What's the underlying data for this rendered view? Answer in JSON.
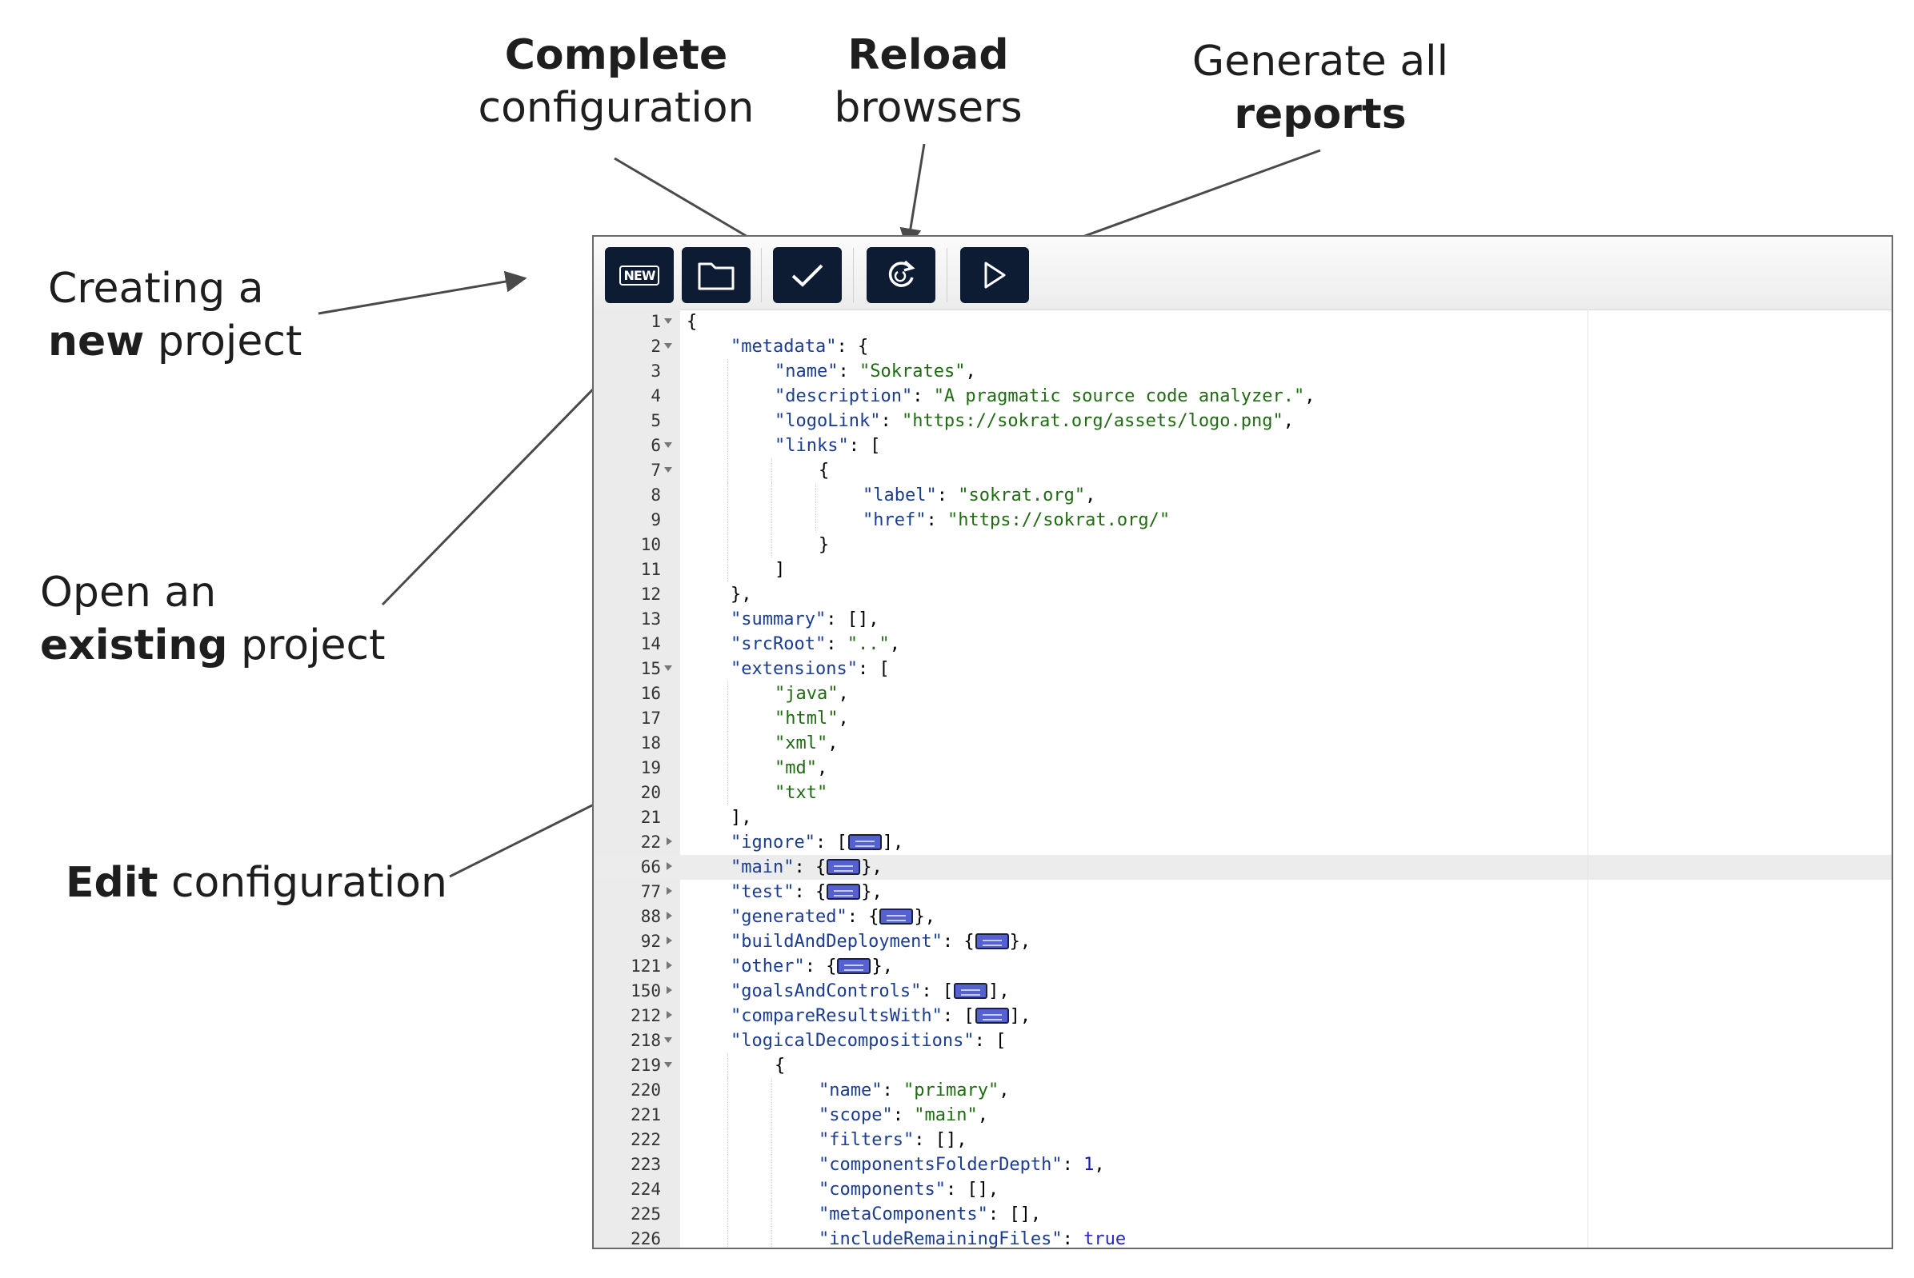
{
  "callouts": {
    "complete": {
      "bold": "Complete",
      "normal": "configuration"
    },
    "reload": {
      "bold": "Reload",
      "normal": "browsers"
    },
    "generate": {
      "normal": "Generate all",
      "bold": "reports"
    },
    "creating": {
      "line1": "Creating a",
      "bold": "new",
      "rest": " project"
    },
    "open": {
      "line1": "Open an",
      "bold": "existing",
      "rest": " project"
    },
    "edit": {
      "bold": "Edit",
      "rest": " configuration"
    }
  },
  "toolbar": {
    "buttons": [
      {
        "icon": "new-icon",
        "glyph": "NEW"
      },
      {
        "icon": "folder-icon"
      },
      {
        "icon": "checkmark-icon"
      },
      {
        "icon": "reload-icon"
      },
      {
        "icon": "play-icon"
      }
    ]
  },
  "editor": {
    "highlighted_line": "66",
    "lines": [
      {
        "n": "1",
        "fold": "open",
        "indent": 0,
        "tokens": [
          [
            "p",
            "{"
          ]
        ]
      },
      {
        "n": "2",
        "fold": "open",
        "indent": 1,
        "tokens": [
          [
            "key",
            "\"metadata\""
          ],
          [
            "p",
            ": {"
          ]
        ]
      },
      {
        "n": "3",
        "fold": "",
        "indent": 2,
        "tokens": [
          [
            "key",
            "\"name\""
          ],
          [
            "p",
            ": "
          ],
          [
            "str",
            "\"Sokrates\""
          ],
          [
            "p",
            ","
          ]
        ]
      },
      {
        "n": "4",
        "fold": "",
        "indent": 2,
        "tokens": [
          [
            "key",
            "\"description\""
          ],
          [
            "p",
            ": "
          ],
          [
            "str",
            "\"A pragmatic source code analyzer.\""
          ],
          [
            "p",
            ","
          ]
        ]
      },
      {
        "n": "5",
        "fold": "",
        "indent": 2,
        "tokens": [
          [
            "key",
            "\"logoLink\""
          ],
          [
            "p",
            ": "
          ],
          [
            "str",
            "\"https://sokrat.org/assets/logo.png\""
          ],
          [
            "p",
            ","
          ]
        ]
      },
      {
        "n": "6",
        "fold": "open",
        "indent": 2,
        "tokens": [
          [
            "key",
            "\"links\""
          ],
          [
            "p",
            ": ["
          ]
        ]
      },
      {
        "n": "7",
        "fold": "open",
        "indent": 3,
        "tokens": [
          [
            "p",
            "{"
          ]
        ]
      },
      {
        "n": "8",
        "fold": "",
        "indent": 4,
        "tokens": [
          [
            "key",
            "\"label\""
          ],
          [
            "p",
            ": "
          ],
          [
            "str",
            "\"sokrat.org\""
          ],
          [
            "p",
            ","
          ]
        ]
      },
      {
        "n": "9",
        "fold": "",
        "indent": 4,
        "tokens": [
          [
            "key",
            "\"href\""
          ],
          [
            "p",
            ": "
          ],
          [
            "str",
            "\"https://sokrat.org/\""
          ]
        ]
      },
      {
        "n": "10",
        "fold": "",
        "indent": 3,
        "tokens": [
          [
            "p",
            "}"
          ]
        ]
      },
      {
        "n": "11",
        "fold": "",
        "indent": 2,
        "tokens": [
          [
            "p",
            "]"
          ]
        ]
      },
      {
        "n": "12",
        "fold": "",
        "indent": 1,
        "tokens": [
          [
            "p",
            "},"
          ]
        ]
      },
      {
        "n": "13",
        "fold": "",
        "indent": 1,
        "tokens": [
          [
            "key",
            "\"summary\""
          ],
          [
            "p",
            ": [],"
          ]
        ]
      },
      {
        "n": "14",
        "fold": "",
        "indent": 1,
        "tokens": [
          [
            "key",
            "\"srcRoot\""
          ],
          [
            "p",
            ": "
          ],
          [
            "str",
            "\"..\""
          ],
          [
            "p",
            ","
          ]
        ]
      },
      {
        "n": "15",
        "fold": "open",
        "indent": 1,
        "tokens": [
          [
            "key",
            "\"extensions\""
          ],
          [
            "p",
            ": ["
          ]
        ]
      },
      {
        "n": "16",
        "fold": "",
        "indent": 2,
        "tokens": [
          [
            "str",
            "\"java\""
          ],
          [
            "p",
            ","
          ]
        ]
      },
      {
        "n": "17",
        "fold": "",
        "indent": 2,
        "tokens": [
          [
            "str",
            "\"html\""
          ],
          [
            "p",
            ","
          ]
        ]
      },
      {
        "n": "18",
        "fold": "",
        "indent": 2,
        "tokens": [
          [
            "str",
            "\"xml\""
          ],
          [
            "p",
            ","
          ]
        ]
      },
      {
        "n": "19",
        "fold": "",
        "indent": 2,
        "tokens": [
          [
            "str",
            "\"md\""
          ],
          [
            "p",
            ","
          ]
        ]
      },
      {
        "n": "20",
        "fold": "",
        "indent": 2,
        "tokens": [
          [
            "str",
            "\"txt\""
          ]
        ]
      },
      {
        "n": "21",
        "fold": "",
        "indent": 1,
        "tokens": [
          [
            "p",
            "],"
          ]
        ]
      },
      {
        "n": "22",
        "fold": "closed",
        "indent": 1,
        "tokens": [
          [
            "key",
            "\"ignore\""
          ],
          [
            "p",
            ": ["
          ],
          [
            "w",
            ""
          ],
          [
            "p",
            "],"
          ]
        ]
      },
      {
        "n": "66",
        "fold": "closed",
        "indent": 1,
        "tokens": [
          [
            "key",
            "\"main\""
          ],
          [
            "p",
            ": {"
          ],
          [
            "w",
            ""
          ],
          [
            "p",
            "},"
          ]
        ]
      },
      {
        "n": "77",
        "fold": "closed",
        "indent": 1,
        "tokens": [
          [
            "key",
            "\"test\""
          ],
          [
            "p",
            ": {"
          ],
          [
            "w",
            ""
          ],
          [
            "p",
            "},"
          ]
        ]
      },
      {
        "n": "88",
        "fold": "closed",
        "indent": 1,
        "tokens": [
          [
            "key",
            "\"generated\""
          ],
          [
            "p",
            ": {"
          ],
          [
            "w",
            ""
          ],
          [
            "p",
            "},"
          ]
        ]
      },
      {
        "n": "92",
        "fold": "closed",
        "indent": 1,
        "tokens": [
          [
            "key",
            "\"buildAndDeployment\""
          ],
          [
            "p",
            ": {"
          ],
          [
            "w",
            ""
          ],
          [
            "p",
            "},"
          ]
        ]
      },
      {
        "n": "121",
        "fold": "closed",
        "indent": 1,
        "tokens": [
          [
            "key",
            "\"other\""
          ],
          [
            "p",
            ": {"
          ],
          [
            "w",
            ""
          ],
          [
            "p",
            "},"
          ]
        ]
      },
      {
        "n": "150",
        "fold": "closed",
        "indent": 1,
        "tokens": [
          [
            "key",
            "\"goalsAndControls\""
          ],
          [
            "p",
            ": ["
          ],
          [
            "w",
            ""
          ],
          [
            "p",
            "],"
          ]
        ]
      },
      {
        "n": "212",
        "fold": "closed",
        "indent": 1,
        "tokens": [
          [
            "key",
            "\"compareResultsWith\""
          ],
          [
            "p",
            ": ["
          ],
          [
            "w",
            ""
          ],
          [
            "p",
            "],"
          ]
        ]
      },
      {
        "n": "218",
        "fold": "open",
        "indent": 1,
        "tokens": [
          [
            "key",
            "\"logicalDecompositions\""
          ],
          [
            "p",
            ": ["
          ]
        ]
      },
      {
        "n": "219",
        "fold": "open",
        "indent": 2,
        "tokens": [
          [
            "p",
            "{"
          ]
        ]
      },
      {
        "n": "220",
        "fold": "",
        "indent": 3,
        "tokens": [
          [
            "key",
            "\"name\""
          ],
          [
            "p",
            ": "
          ],
          [
            "str",
            "\"primary\""
          ],
          [
            "p",
            ","
          ]
        ]
      },
      {
        "n": "221",
        "fold": "",
        "indent": 3,
        "tokens": [
          [
            "key",
            "\"scope\""
          ],
          [
            "p",
            ": "
          ],
          [
            "str",
            "\"main\""
          ],
          [
            "p",
            ","
          ]
        ]
      },
      {
        "n": "222",
        "fold": "",
        "indent": 3,
        "tokens": [
          [
            "key",
            "\"filters\""
          ],
          [
            "p",
            ": [],"
          ]
        ]
      },
      {
        "n": "223",
        "fold": "",
        "indent": 3,
        "tokens": [
          [
            "key",
            "\"componentsFolderDepth\""
          ],
          [
            "p",
            ": "
          ],
          [
            "num",
            "1"
          ],
          [
            "p",
            ","
          ]
        ]
      },
      {
        "n": "224",
        "fold": "",
        "indent": 3,
        "tokens": [
          [
            "key",
            "\"components\""
          ],
          [
            "p",
            ": [],"
          ]
        ]
      },
      {
        "n": "225",
        "fold": "",
        "indent": 3,
        "tokens": [
          [
            "key",
            "\"metaComponents\""
          ],
          [
            "p",
            ": [],"
          ]
        ]
      },
      {
        "n": "226",
        "fold": "",
        "indent": 3,
        "tokens": [
          [
            "key",
            "\"includeRemainingFiles\""
          ],
          [
            "p",
            ": "
          ],
          [
            "bool",
            "true"
          ]
        ]
      }
    ]
  }
}
